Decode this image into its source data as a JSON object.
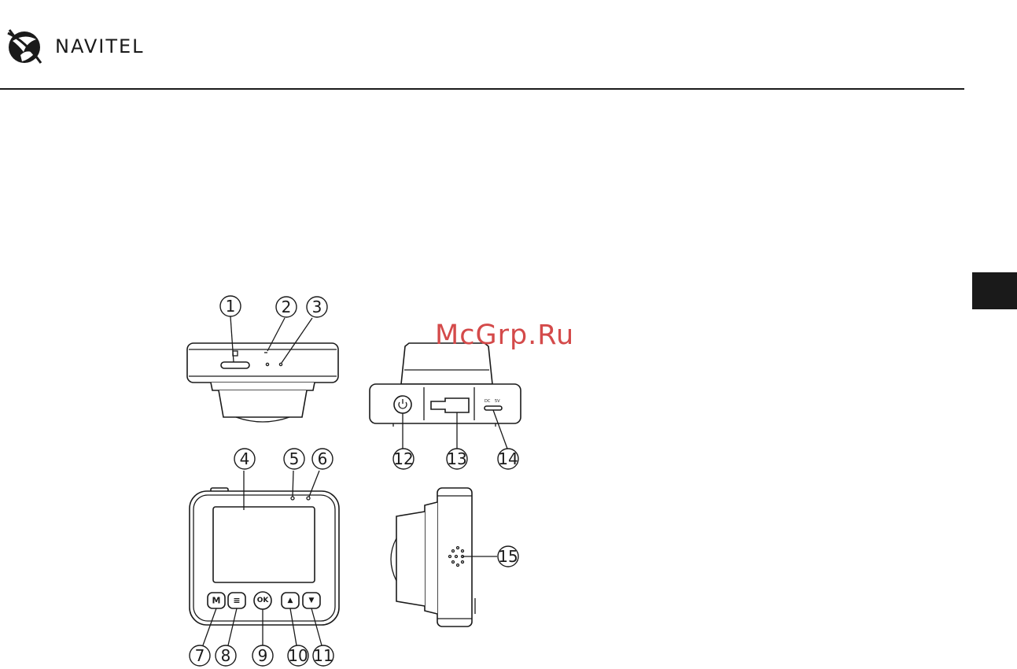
{
  "brand": {
    "name": "NAVITEL",
    "logo_icon": "navitel-globe-icon"
  },
  "watermark": "McGrp.Ru",
  "callouts": {
    "c1": "1",
    "c2": "2",
    "c3": "3",
    "c4": "4",
    "c5": "5",
    "c6": "6",
    "c7": "7",
    "c8": "8",
    "c9": "9",
    "c10": "10",
    "c11": "11",
    "c12": "12",
    "c13": "13",
    "c14": "14",
    "c15": "15"
  },
  "buttons": {
    "m": "M",
    "menu": "≡",
    "ok": "OK",
    "up": "▲",
    "down": "▼"
  },
  "port_labels": {
    "dc": "DC",
    "volt": "5V"
  },
  "colors": {
    "ink": "#1a1a1a",
    "watermark": "#d44a4a"
  }
}
